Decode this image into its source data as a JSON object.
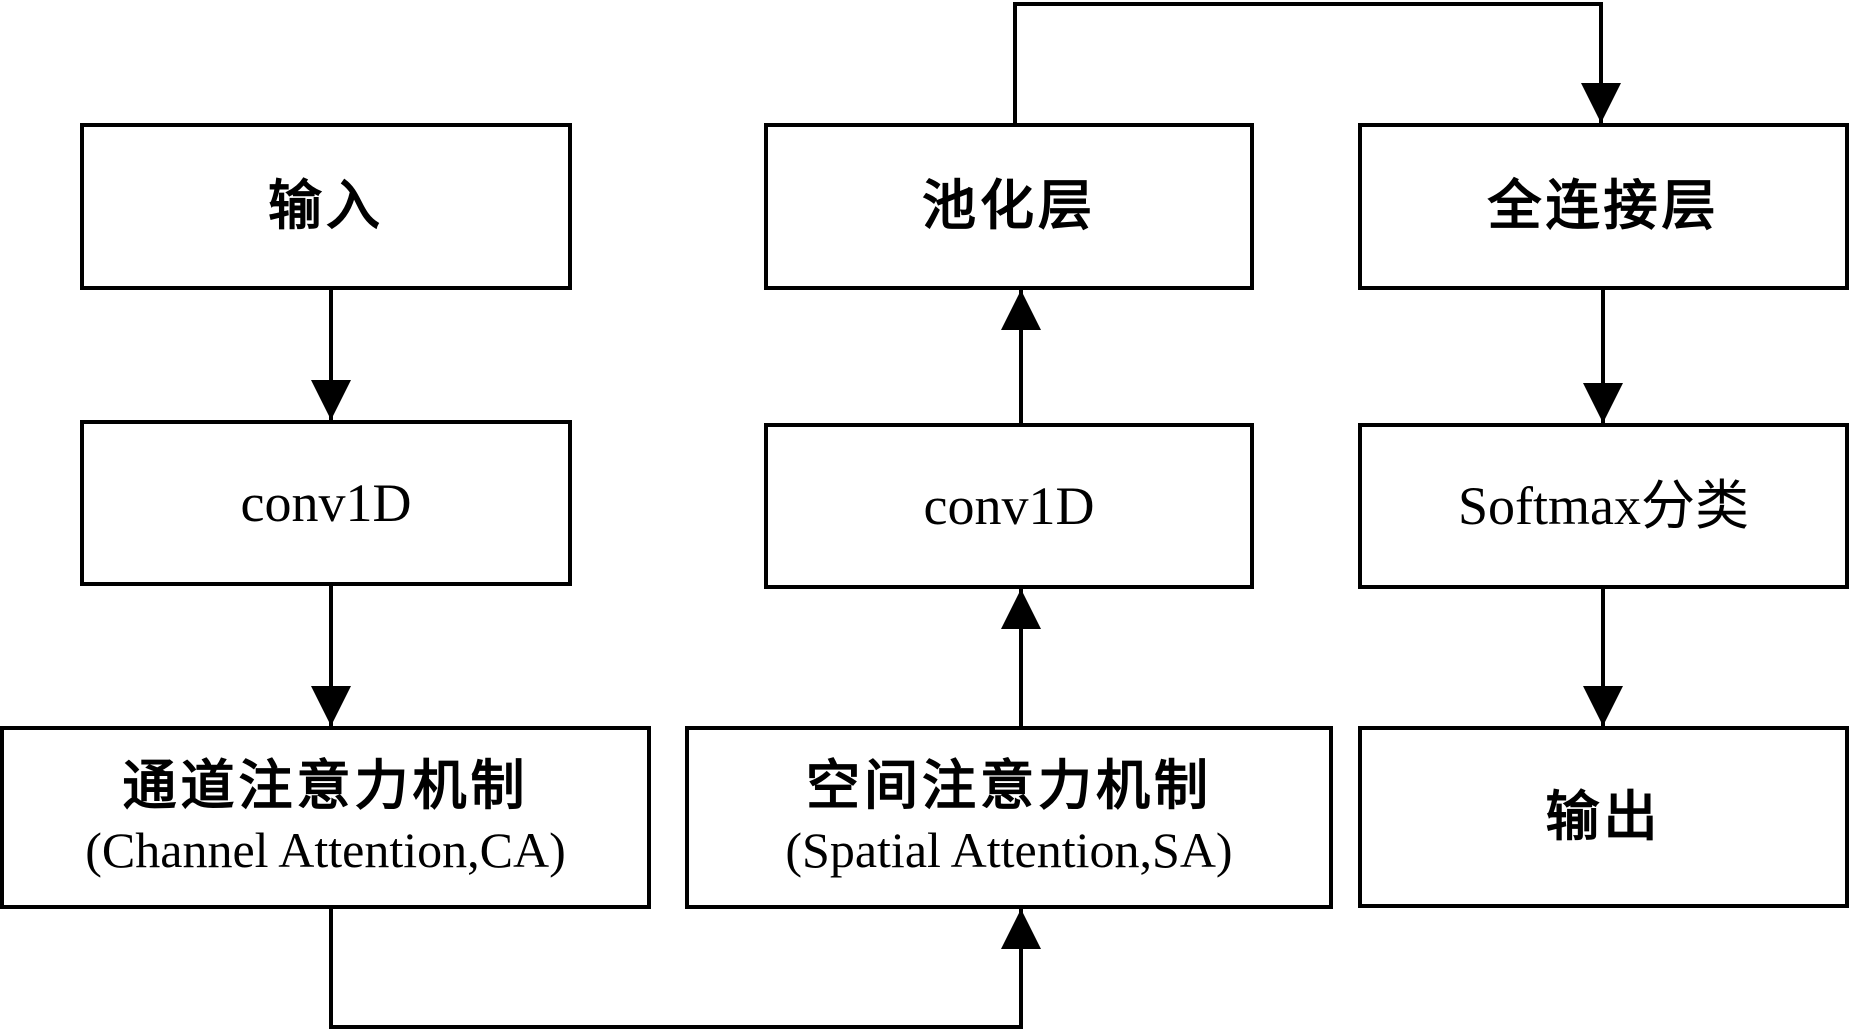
{
  "nodes": {
    "input": {
      "label": "输入"
    },
    "conv1": {
      "label": "conv1D"
    },
    "ca": {
      "label": "通道注意力机制",
      "sublabel": "(Channel Attention,CA)"
    },
    "pool": {
      "label": "池化层"
    },
    "conv2": {
      "label": "conv1D"
    },
    "sa": {
      "label": "空间注意力机制",
      "sublabel": "(Spatial Attention,SA)"
    },
    "fc": {
      "label": "全连接层"
    },
    "softmax": {
      "label": "Softmax分类"
    },
    "output": {
      "label": "输出"
    }
  },
  "edges": [
    {
      "from": "input",
      "to": "conv1"
    },
    {
      "from": "conv1",
      "to": "ca"
    },
    {
      "from": "ca",
      "to": "sa"
    },
    {
      "from": "sa",
      "to": "conv2"
    },
    {
      "from": "conv2",
      "to": "pool"
    },
    {
      "from": "pool",
      "to": "fc"
    },
    {
      "from": "fc",
      "to": "softmax"
    },
    {
      "from": "softmax",
      "to": "output"
    }
  ],
  "colors": {
    "stroke": "#000000",
    "background": "#ffffff",
    "text": "#000000"
  }
}
